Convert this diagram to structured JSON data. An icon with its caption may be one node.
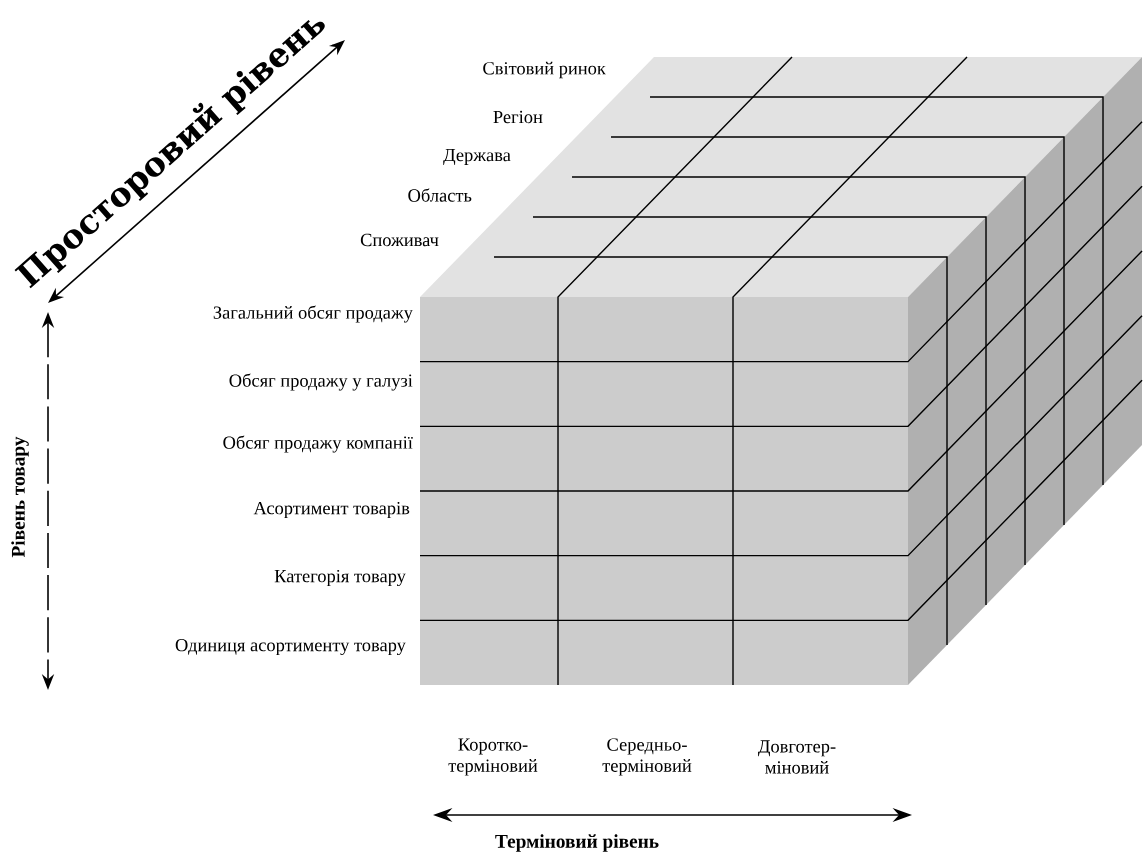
{
  "diagram": {
    "labels": [
      "Просторовий рівень",
      "Світовий ринок",
      "Регіон",
      "Держава",
      "Область",
      "Споживач",
      "Загальний обсяг продажу",
      "Обсяг продажу у галузі",
      "Обсяг продажу компанії",
      "Асортимент товарів",
      "Категорія товару",
      "Одиниця асортименту товару",
      "Рівень товару",
      "Коротко- терміновий",
      "Середньо- терміновий",
      "Довготер- міновий",
      "Терміновий рівень"
    ]
  }
}
